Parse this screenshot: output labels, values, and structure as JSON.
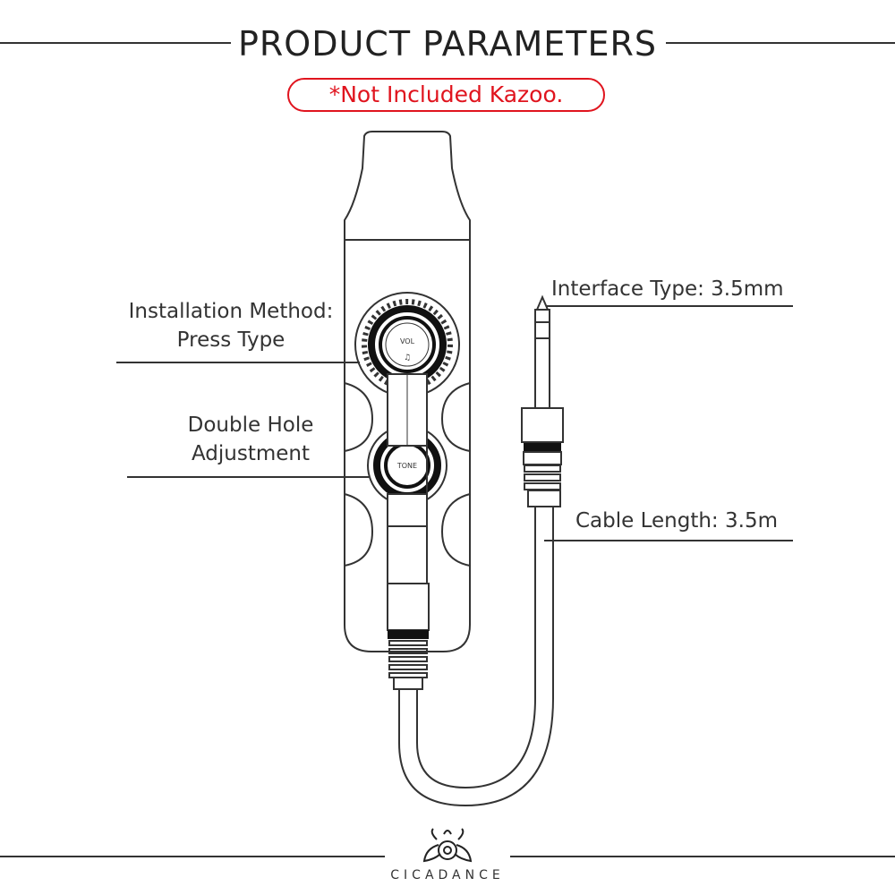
{
  "header": {
    "title": "PRODUCT PARAMETERS",
    "notice": "*Not Included Kazoo."
  },
  "annotations": {
    "installation_line1": "Installation Method:",
    "installation_line2": "Press Type",
    "adjustment_line1": "Double Hole",
    "adjustment_line2": "Adjustment",
    "interface": "Interface Type: 3.5mm",
    "cable": "Cable Length: 3.5m"
  },
  "knobs": {
    "volume_label": "VOL",
    "tone_label": "TONE"
  },
  "footer": {
    "brand": "CICADANCE"
  },
  "colors": {
    "accent": "#e0141e",
    "line": "#333333"
  }
}
